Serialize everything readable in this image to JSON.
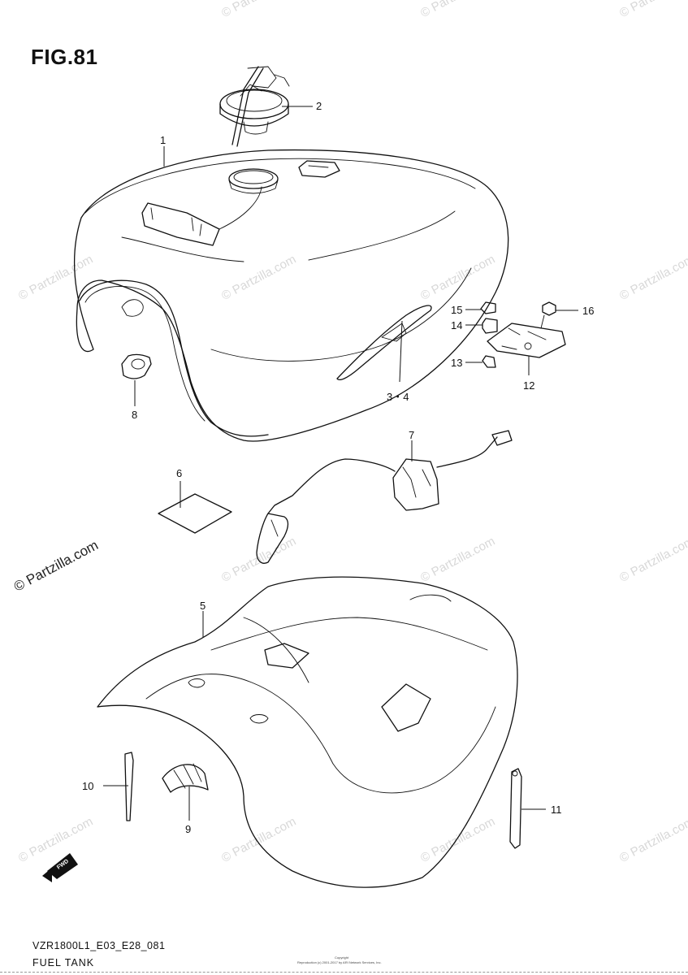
{
  "figure": {
    "title": "FIG.81"
  },
  "parts": [
    {
      "id": "1",
      "label": "1"
    },
    {
      "id": "2",
      "label": "2"
    },
    {
      "id": "3-4",
      "label": "3・4"
    },
    {
      "id": "5",
      "label": "5"
    },
    {
      "id": "6",
      "label": "6"
    },
    {
      "id": "7",
      "label": "7"
    },
    {
      "id": "8",
      "label": "8"
    },
    {
      "id": "9",
      "label": "9"
    },
    {
      "id": "10",
      "label": "10"
    },
    {
      "id": "11",
      "label": "11"
    },
    {
      "id": "12",
      "label": "12"
    },
    {
      "id": "13",
      "label": "13"
    },
    {
      "id": "14",
      "label": "14"
    },
    {
      "id": "15",
      "label": "15"
    },
    {
      "id": "16",
      "label": "16"
    }
  ],
  "watermark": {
    "text": "© Partzilla.com"
  },
  "footer": {
    "model_code": "VZR1800L1_E03_E28_081",
    "caption": "FUEL TANK",
    "copyright_title": "Copyright",
    "copyright_text": "Reproduction (c) 2001-2017 by ARI Network Services, Inc."
  },
  "fwd_icon": {
    "label": "FWD"
  }
}
